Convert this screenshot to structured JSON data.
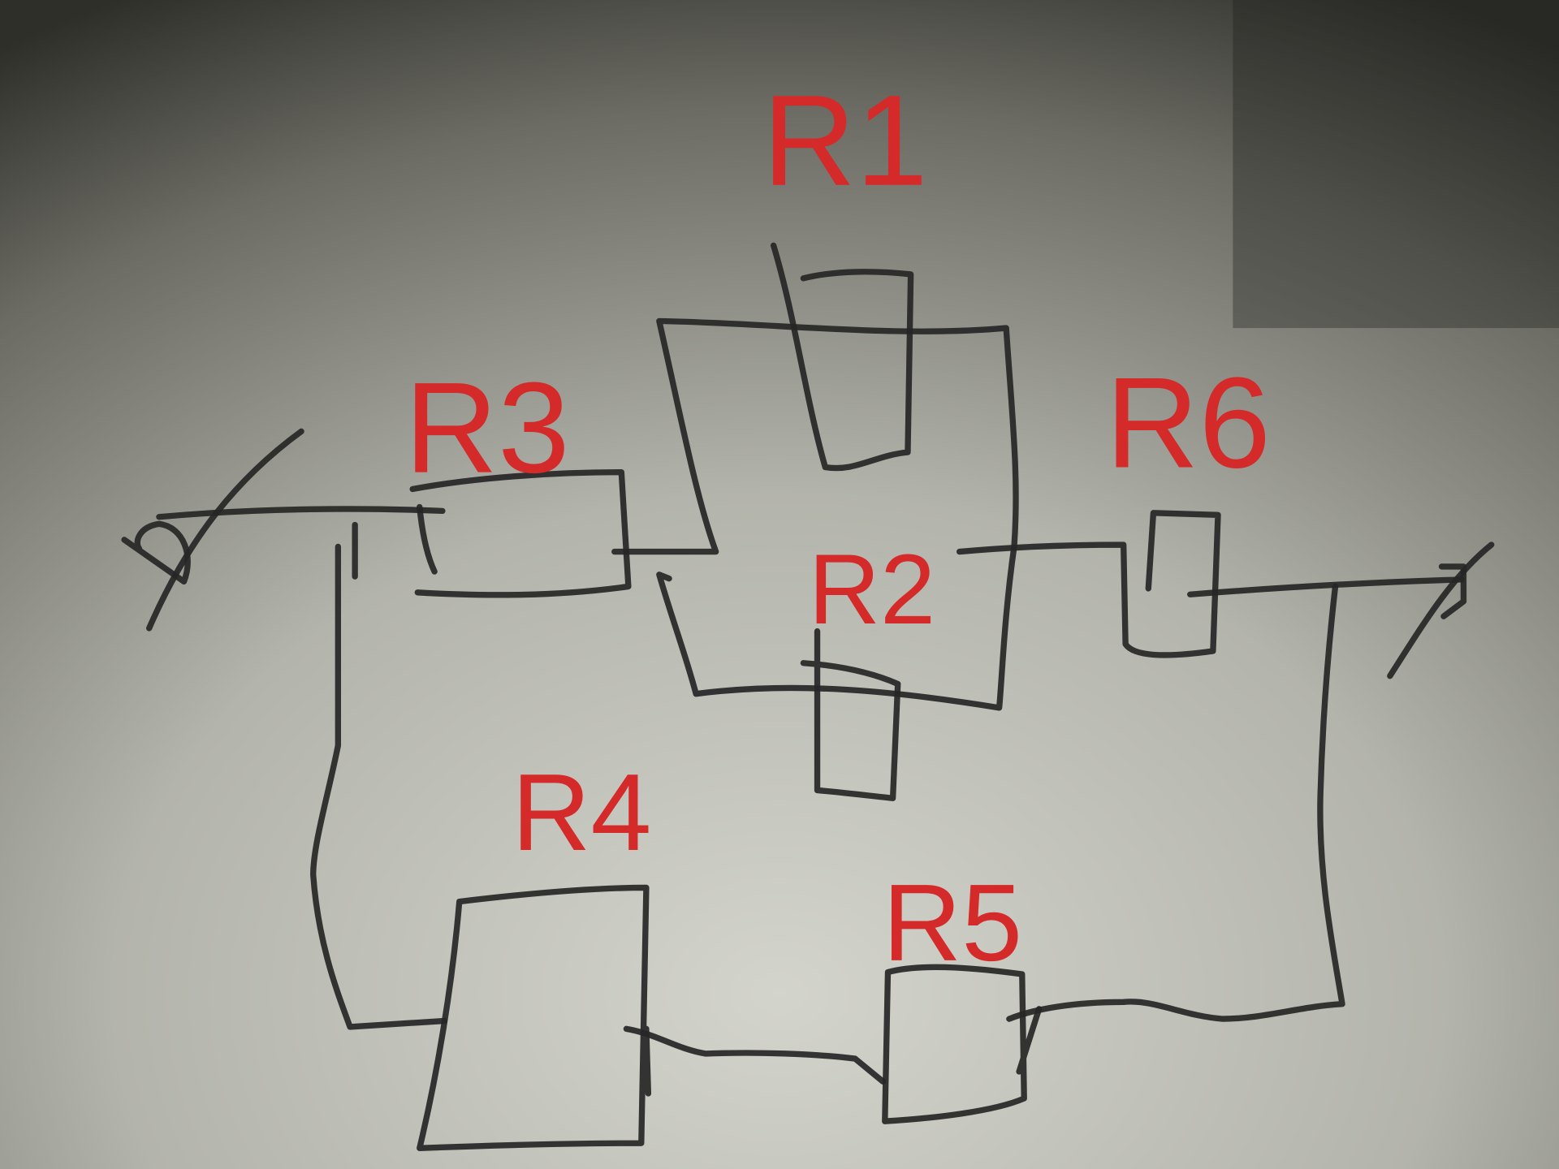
{
  "diagram": {
    "type": "hand-drawn resistor circuit",
    "label_color": "#d42a2a",
    "ink_color": "#262626",
    "resistors": [
      {
        "id": "r1",
        "label": "R1"
      },
      {
        "id": "r2",
        "label": "R2"
      },
      {
        "id": "r3",
        "label": "R3"
      },
      {
        "id": "r4",
        "label": "R4"
      },
      {
        "id": "r5",
        "label": "R5"
      },
      {
        "id": "r6",
        "label": "R6"
      }
    ]
  }
}
